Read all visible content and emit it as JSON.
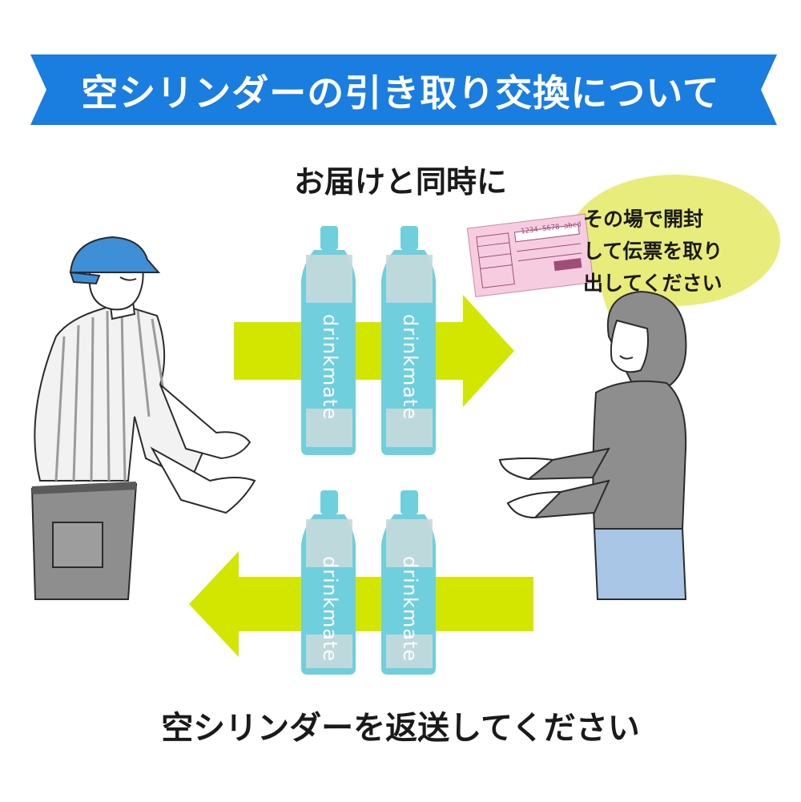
{
  "banner": {
    "title": "空シリンダーの引き取り交換について",
    "color": "#1a7de0"
  },
  "captions": {
    "top": "お届けと同時に",
    "bottom": "空シリンダーを返送してください"
  },
  "speech_bubble": {
    "lines": [
      "その場で開封",
      "して伝票を取り",
      "出してください"
    ],
    "color": "#e8ec7a"
  },
  "cylinders": {
    "brand": "drinkmate",
    "color": "#6fcfdc"
  },
  "arrows": {
    "color": "#d3e600"
  },
  "slip": {
    "tracking": "1234-5678-abcd"
  }
}
